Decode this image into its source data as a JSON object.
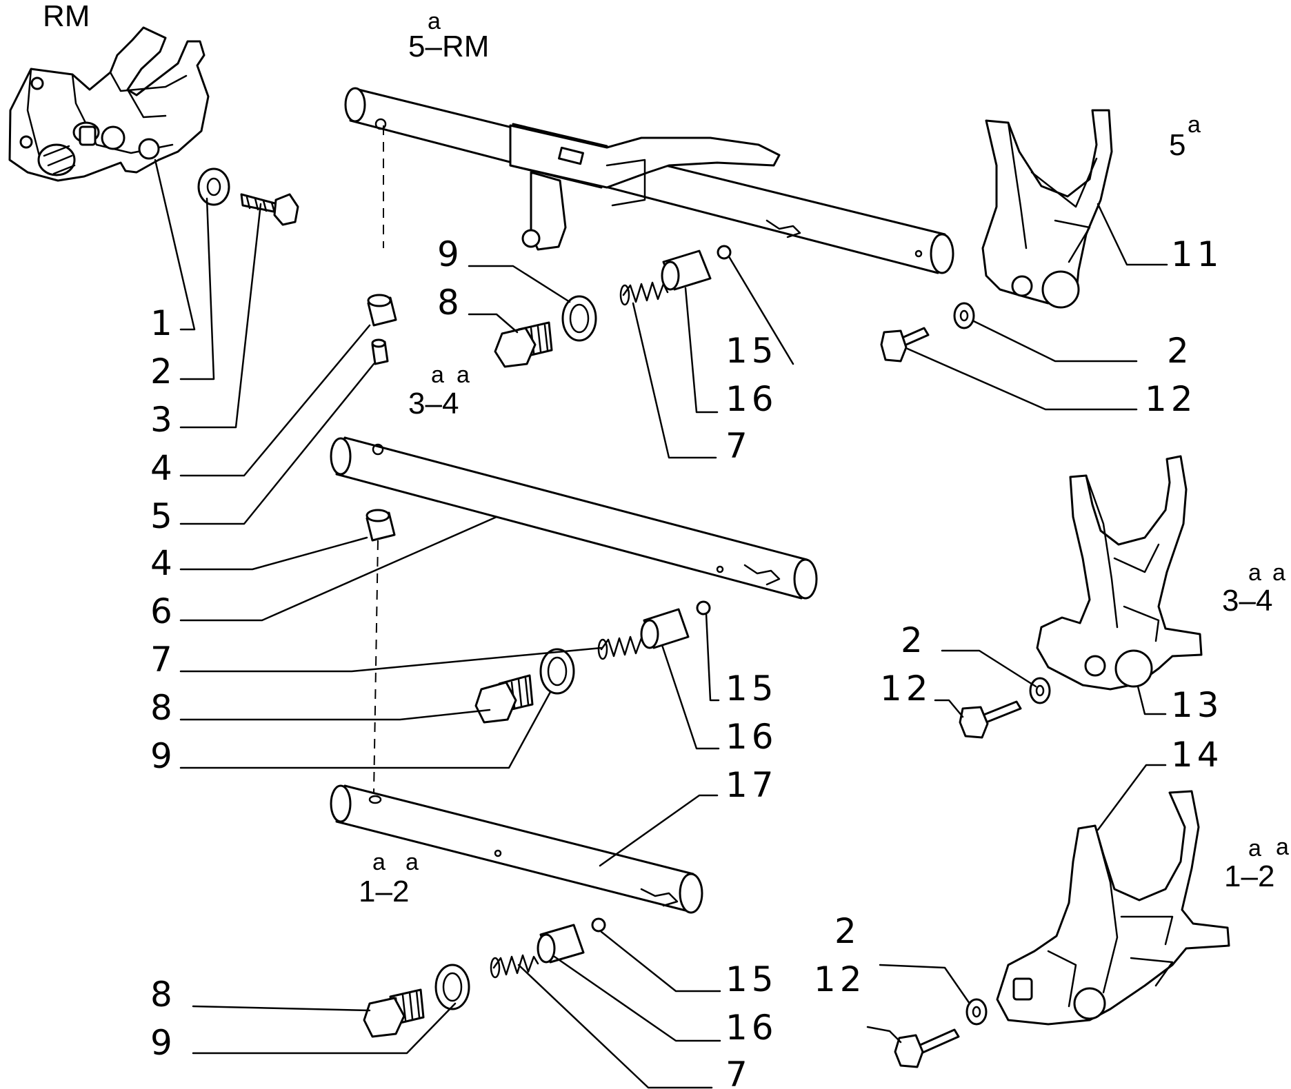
{
  "diagram": {
    "gear_labels": {
      "rm": "RM",
      "fifth_rm_sup": "a",
      "fifth_rm_base": "5–RM",
      "fifth_sup": "a",
      "fifth_base": "5",
      "third_fourth_a": "3–4",
      "third_fourth_sup1": "a",
      "third_fourth_sup2": "a",
      "third_fourth_b": "3–4",
      "third_fourth_b_sup1": "a",
      "third_fourth_b_sup2": "a",
      "first_second_a": "1–2",
      "first_second_sup1": "a",
      "first_second_sup2": "a",
      "first_second_b": "1–2",
      "first_second_b_sup1": "a",
      "first_second_b_sup2": "a"
    },
    "callouts_left": [
      "1",
      "2",
      "3",
      "4",
      "5",
      "4",
      "6",
      "7",
      "8",
      "9"
    ],
    "callouts_upper_mid": {
      "c9": "9",
      "c8": "8",
      "c15": "15",
      "c16": "16",
      "c7": "7"
    },
    "callouts_upper_right": {
      "c11": "11",
      "c2": "2",
      "c12": "12"
    },
    "callouts_mid_right": {
      "c15": "15",
      "c16": "16",
      "c2": "2",
      "c12": "12",
      "c13": "13",
      "c14": "14",
      "c17": "17"
    },
    "callouts_lower": {
      "c8": "8",
      "c9": "9",
      "c15": "15",
      "c16": "16",
      "c7": "7",
      "c2": "2",
      "c12": "12"
    }
  }
}
